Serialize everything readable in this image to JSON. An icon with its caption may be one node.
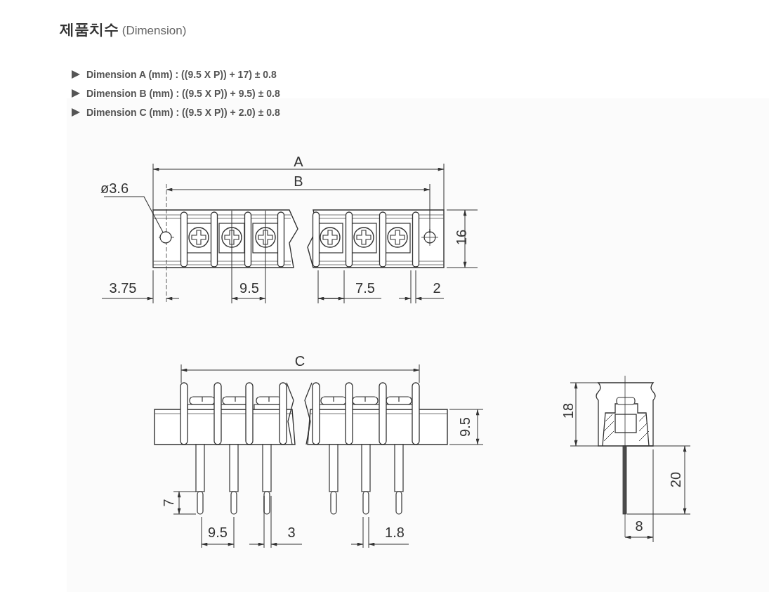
{
  "diagram": {
    "title": "**제품치수** (Dimension)",
    "nodes": [
      {
        "text": [
          "ø3.6"
        ]
      },
      {
        "text": [],
        "shape": "circle"
      }
    ],
    "edges": [
      {
        "from": 0,
        "to": 1,
        "arrow": "none"
      }
    ],
    "labels": [
      "Dimension A (mm) : ((9.5 X P)) + 17) ± 0.8",
      "Dimension B (mm) : ((9.5 X P)) + 9.5) ± 0.8",
      "Dimension C (mm) : ((9.5 X P)) + 2.0) ± 0.8",
      "A",
      "B",
      "16",
      "3.75",
      "9.5",
      "7.5",
      "2",
      "C",
      "9.5",
      "7",
      "9.5",
      "3",
      "1.8",
      "18",
      "20",
      "8"
    ]
  }
}
